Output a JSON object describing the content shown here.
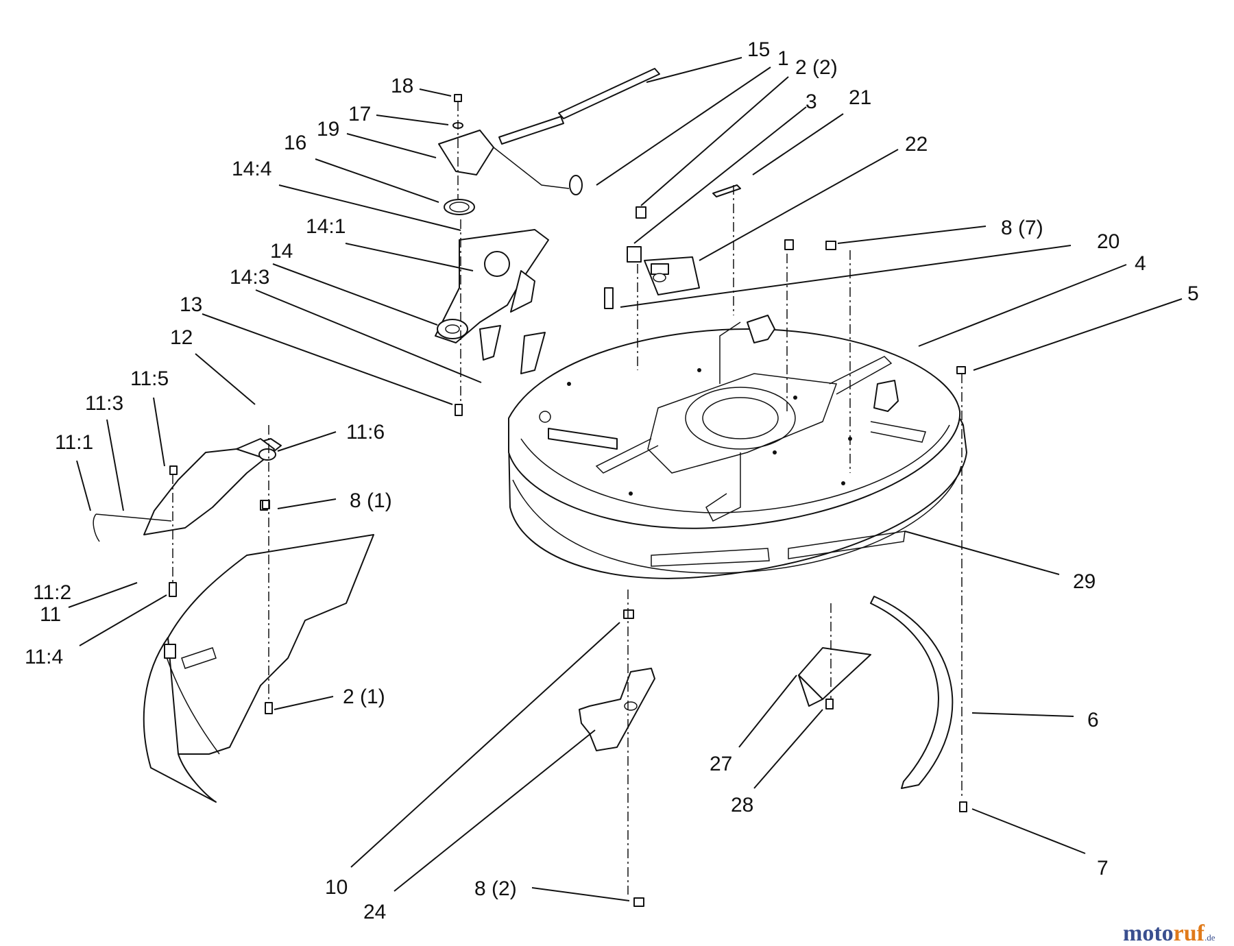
{
  "callouts": [
    {
      "id": "c15",
      "text": "15"
    },
    {
      "id": "c1",
      "text": "1"
    },
    {
      "id": "c2-2",
      "text": "2 (2)"
    },
    {
      "id": "c3",
      "text": "3"
    },
    {
      "id": "c21",
      "text": "21"
    },
    {
      "id": "c22",
      "text": "22"
    },
    {
      "id": "c18",
      "text": "18"
    },
    {
      "id": "c17",
      "text": "17"
    },
    {
      "id": "c19",
      "text": "19"
    },
    {
      "id": "c16",
      "text": "16"
    },
    {
      "id": "c14-4",
      "text": "14:4"
    },
    {
      "id": "c14-1",
      "text": "14:1"
    },
    {
      "id": "c14",
      "text": "14"
    },
    {
      "id": "c14-3",
      "text": "14:3"
    },
    {
      "id": "c13",
      "text": "13"
    },
    {
      "id": "c12",
      "text": "12"
    },
    {
      "id": "c11-5",
      "text": "11:5"
    },
    {
      "id": "c11-3",
      "text": "11:3"
    },
    {
      "id": "c11-1",
      "text": "11:1"
    },
    {
      "id": "c11-6",
      "text": "11:6"
    },
    {
      "id": "c8-1",
      "text": "8 (1)"
    },
    {
      "id": "c11-2",
      "text": "11:2"
    },
    {
      "id": "c11",
      "text": "11"
    },
    {
      "id": "c11-4",
      "text": "11:4"
    },
    {
      "id": "c2-1",
      "text": "2 (1)"
    },
    {
      "id": "c8-7",
      "text": "8 (7)"
    },
    {
      "id": "c20",
      "text": "20"
    },
    {
      "id": "c4",
      "text": "4"
    },
    {
      "id": "c5",
      "text": "5"
    },
    {
      "id": "c29",
      "text": "29"
    },
    {
      "id": "c6",
      "text": "6"
    },
    {
      "id": "c27",
      "text": "27"
    },
    {
      "id": "c28",
      "text": "28"
    },
    {
      "id": "c7",
      "text": "7"
    },
    {
      "id": "c10",
      "text": "10"
    },
    {
      "id": "c24",
      "text": "24"
    },
    {
      "id": "c8-2",
      "text": "8 (2)"
    }
  ],
  "watermark": {
    "part_a": "moto",
    "part_b": "ruf",
    "suffix": ".de"
  }
}
